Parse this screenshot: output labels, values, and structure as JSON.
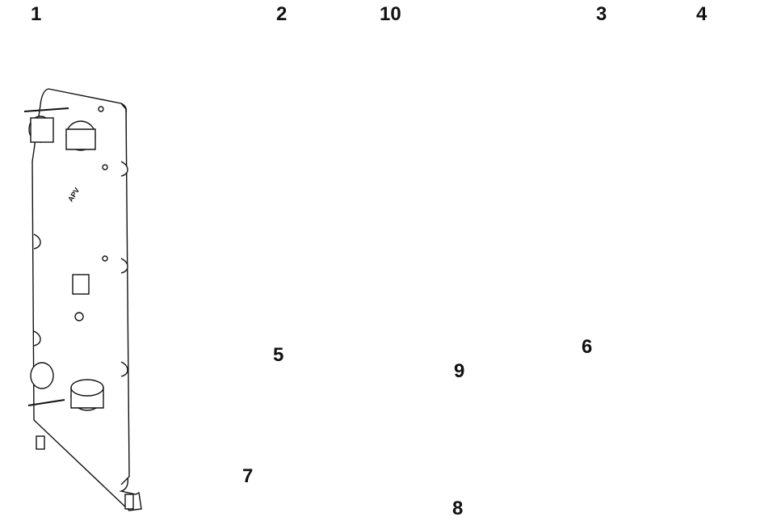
{
  "figure": {
    "labels": [
      "1",
      "2",
      "3",
      "4",
      "5",
      "6",
      "7",
      "8",
      "9",
      "10"
    ],
    "brand_mark": "APV"
  }
}
